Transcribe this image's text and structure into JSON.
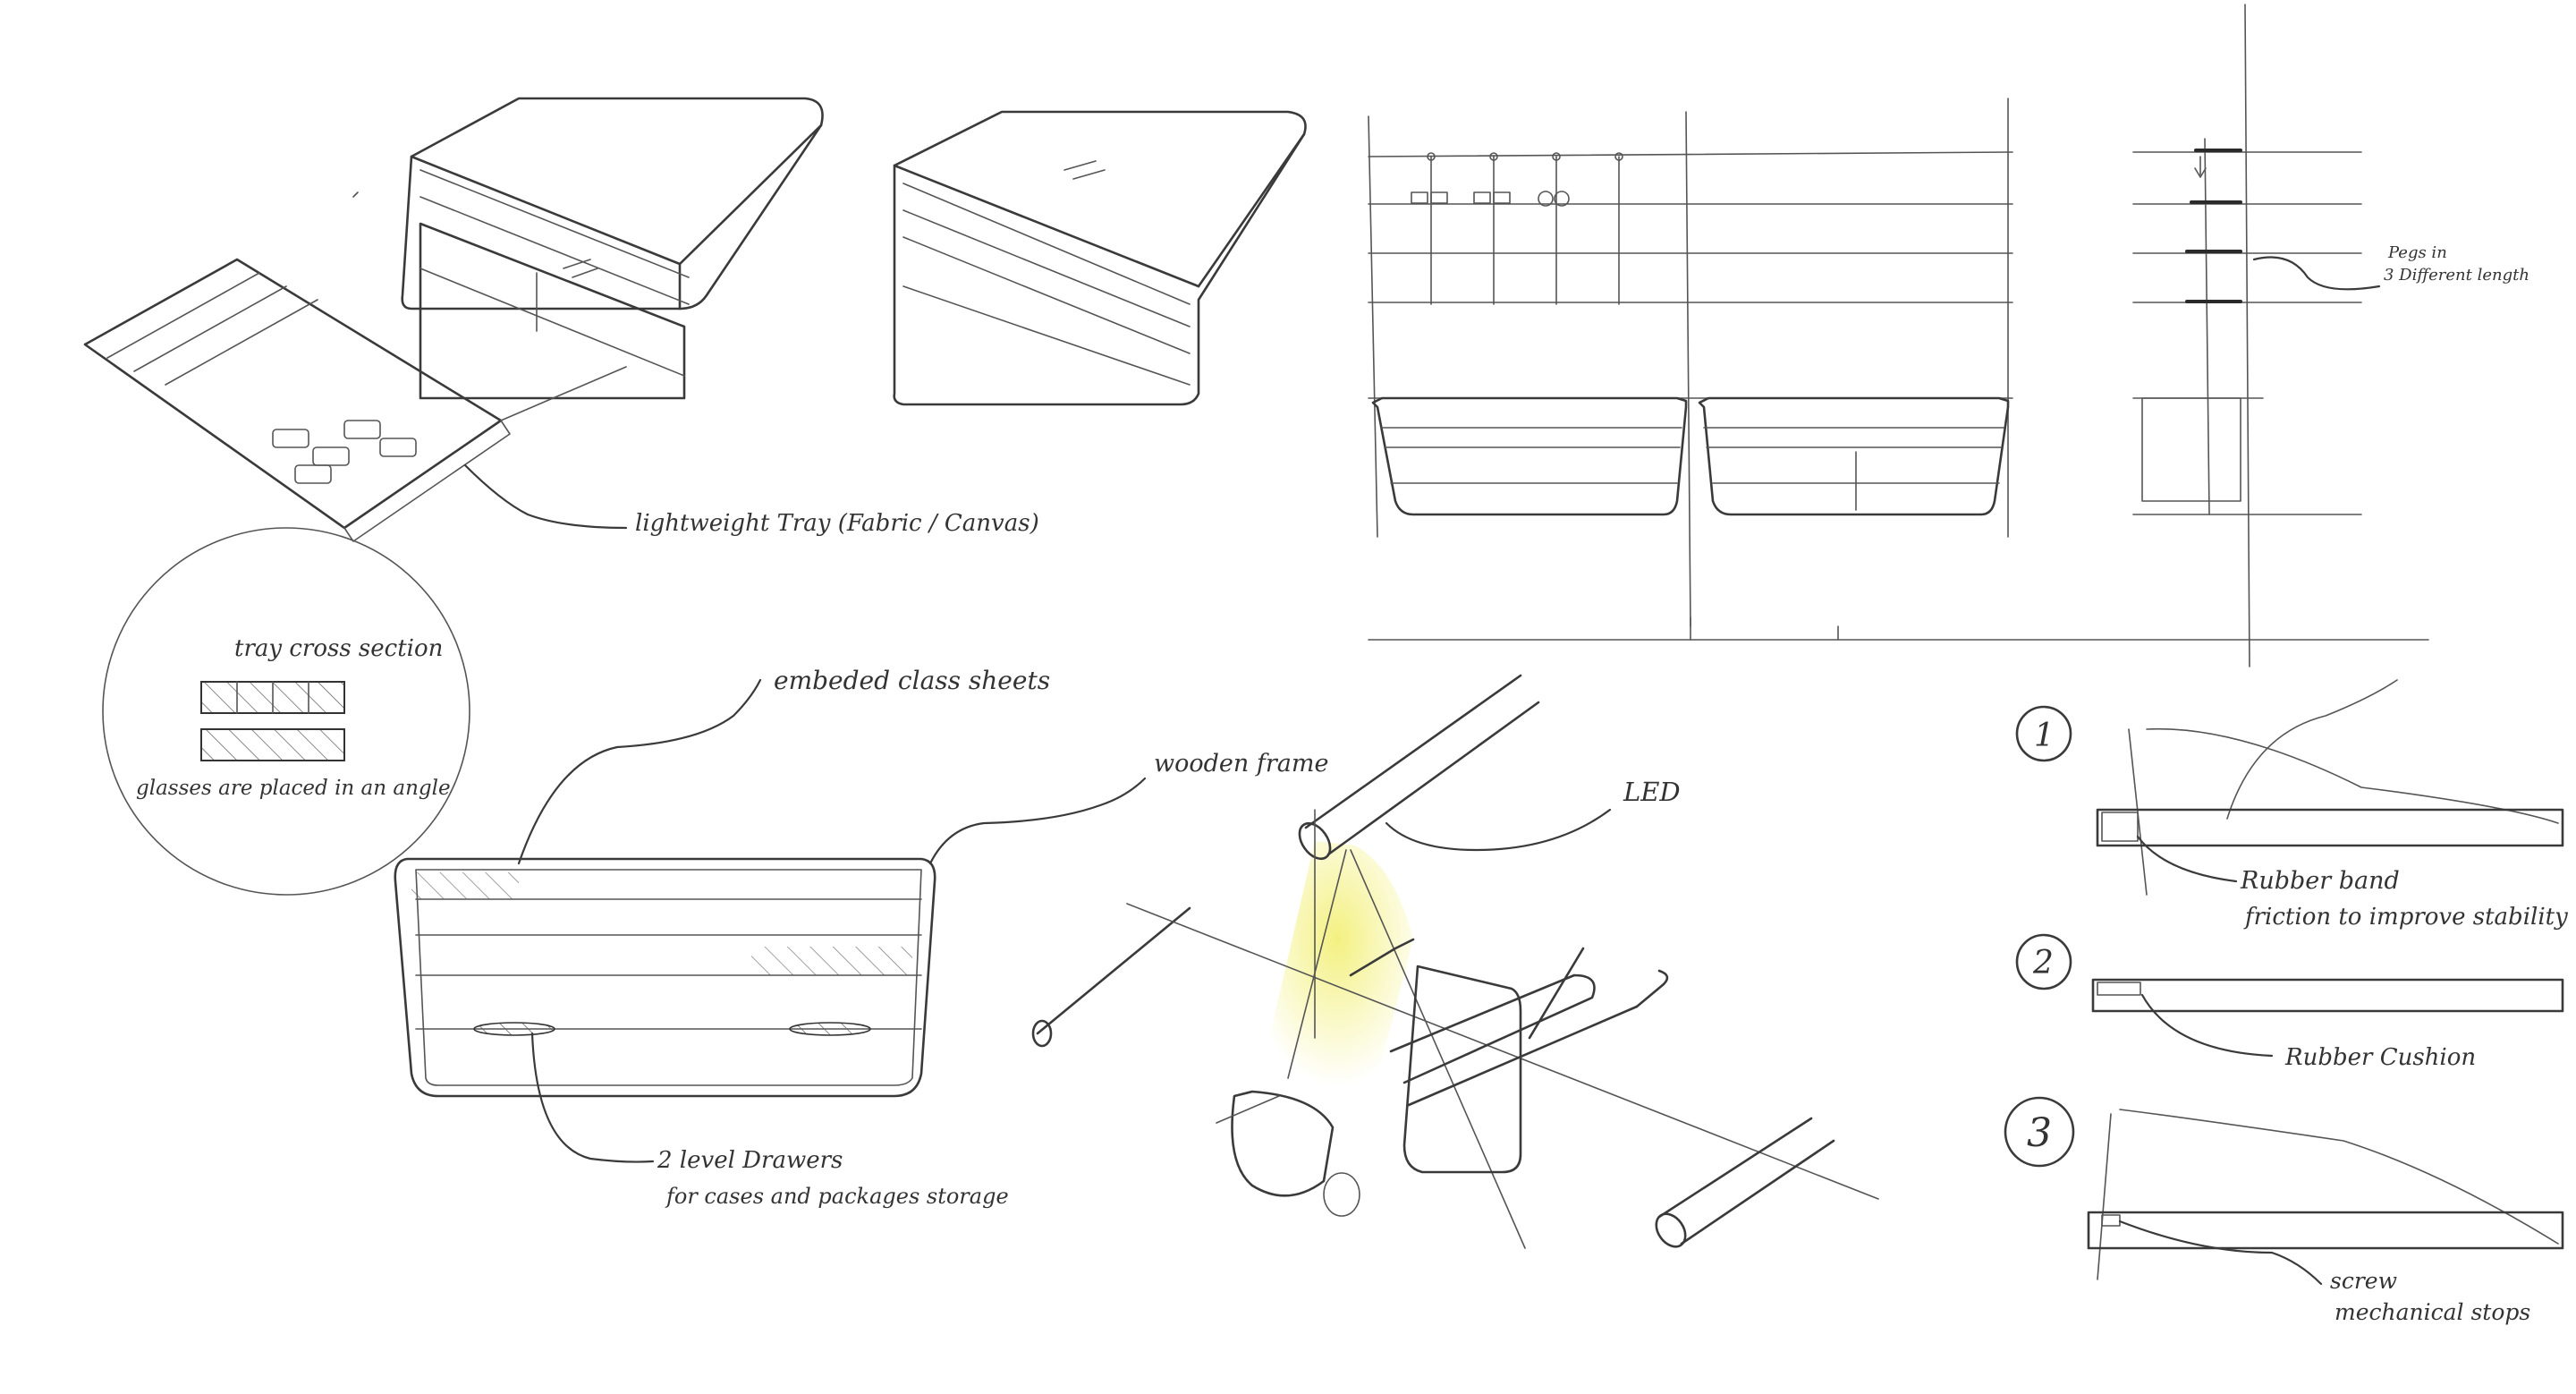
{
  "annotations": {
    "tray": "lightweight Tray (Fabric / Canvas)",
    "cross_section_title": "tray cross section",
    "cross_section_note": "glasses are placed in an angle",
    "glass": "embeded class sheets",
    "frame": "wooden frame",
    "led": "LED",
    "drawers_line1": "2 level Drawers",
    "drawers_line2": "for cases and packages storage",
    "pegs_line1": "Pegs in",
    "pegs_line2": "3 Different length",
    "step1_number": "1",
    "step1_line1": "Rubber band",
    "step1_line2": "friction to improve stability",
    "step2_number": "2",
    "step2_line1": "Rubber Cushion",
    "step3_number": "3",
    "step3_line1": "screw",
    "step3_line2": "mechanical stops"
  },
  "colors": {
    "ink": "#3a3a3a",
    "led_glow": "#f3f07a",
    "paper": "#ffffff"
  }
}
